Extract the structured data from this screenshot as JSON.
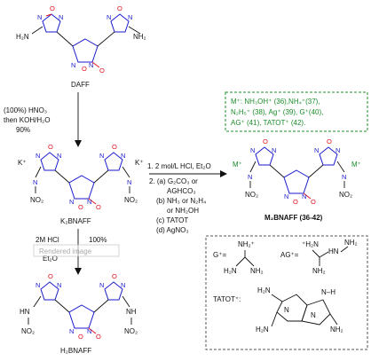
{
  "compounds": {
    "daff": "DAFF",
    "k2bnaff": "K₂BNAFF",
    "h2bnaff": "H₂BNAFF",
    "m2bnaff": "M₂BNAFF (36-42)"
  },
  "atoms": {
    "N": "N",
    "O": "O",
    "H2N": "H₂N",
    "NH2": "NH₂",
    "NO": "N",
    "Oplus": "O",
    "Kplus": "K⁺",
    "Mplus": "M⁺",
    "NO2": "NO₂",
    "HN": "HN",
    "NH": "NH"
  },
  "conditions_left": {
    "line1": "(100%) HNO₃",
    "line2": "then KOH/H₂O",
    "yield": "90%"
  },
  "conditions_bottom": {
    "line1": "2M HCl",
    "line2": "Et₂O",
    "yield": "100%",
    "watermark": "Rendered image"
  },
  "conditions_right": {
    "step1": "1. 2 mol/L HCl, Et₂O",
    "step2a": "2. (a) G₂CO₃ or",
    "step2a2": "AGHCO₃",
    "step2b": "(b) NH₃ or N₂H₄",
    "step2b2": "or NH₂OH",
    "step2c": "(c) TATOT",
    "step2d": "(d) AgNO₃"
  },
  "cations_box": {
    "line1": "M⁺: NH₃OH⁺ (36),NH₄⁺(37),",
    "line2": "N₂H₅⁺ (38), Ag⁺ (39), G⁺(40),",
    "line3": "AG⁺ (41), TATOT⁺ (42)."
  },
  "legend_box": {
    "g_label": "G⁺=",
    "ag_label": "AG⁺=",
    "tatot_label": "TATOT⁺:",
    "nh2": "NH₂",
    "h2n": "H₂N",
    "nh2plus": "NH₂⁺",
    "plus_h2n": "⁺H₂N",
    "hn": "HN",
    "h2n_b": "H₂N",
    "n": "N",
    "nh": "N–H",
    "nh2_b": "NH₂"
  },
  "colors": {
    "nitrogen": "#1a1ad0",
    "oxygen": "#e0141e",
    "green": "#1c8c2a"
  }
}
